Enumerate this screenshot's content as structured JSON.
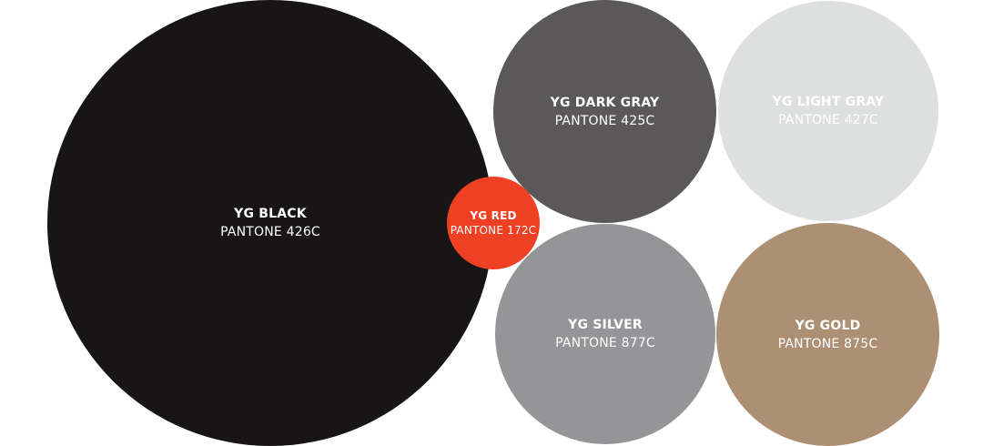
{
  "swatches": {
    "black": {
      "name": "YG BLACK",
      "code": "PANTONE 426C",
      "color": "#181516",
      "text_color": "#ffffff"
    },
    "red": {
      "name": "YG RED",
      "code": "PANTONE 172C",
      "color": "#ee4023",
      "text_color": "#ffffff"
    },
    "dark": {
      "name": "YG DARK GRAY",
      "code": "PANTONE 425C",
      "color": "#5a5859",
      "text_color": "#ffffff"
    },
    "light": {
      "name": "YG LIGHT GRAY",
      "code": "PANTONE 427C",
      "color": "#dedfdf",
      "text_color": "#ffffff"
    },
    "silver": {
      "name": "YG SILVER",
      "code": "PANTONE 877C",
      "color": "#959598",
      "text_color": "#ffffff"
    },
    "gold": {
      "name": "YG GOLD",
      "code": "PANTONE 875C",
      "color": "#ad8f73",
      "text_color": "#ffffff"
    }
  }
}
